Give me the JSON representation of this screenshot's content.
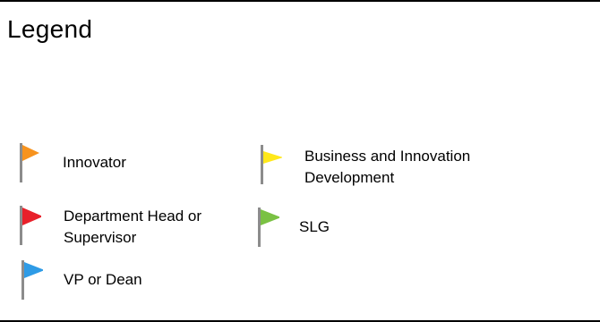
{
  "legend": {
    "title": "Legend",
    "items": [
      {
        "key": "innovator",
        "label": "Innovator",
        "color": "#F7931E",
        "pole_color": "#8C8C8C",
        "icon": "flag-icon"
      },
      {
        "key": "business",
        "label": "Business and Innovation Development",
        "color": "#FFE81A",
        "pole_color": "#8C8C8C",
        "icon": "flag-icon"
      },
      {
        "key": "department",
        "label": "Department Head or Supervisor",
        "color": "#E8202A",
        "pole_color": "#8C8C8C",
        "icon": "flag-icon"
      },
      {
        "key": "slg",
        "label": "SLG",
        "color": "#7AC143",
        "pole_color": "#8C8C8C",
        "icon": "flag-icon"
      },
      {
        "key": "vp",
        "label": "VP or Dean",
        "color": "#2E9BE6",
        "pole_color": "#8C8C8C",
        "icon": "flag-icon"
      }
    ]
  }
}
